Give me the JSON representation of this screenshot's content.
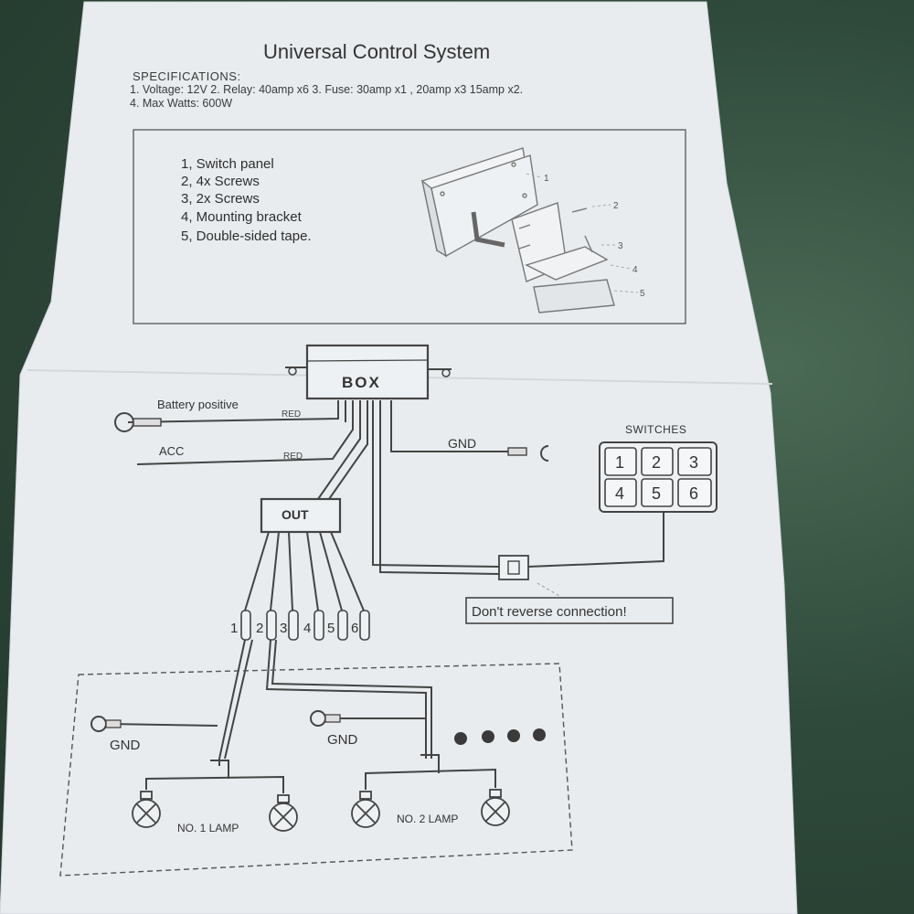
{
  "title": "Universal Control System",
  "specifications": {
    "heading": "SPECIFICATIONS:",
    "line1": "1. Voltage: 12V   2. Relay: 40amp x6   3. Fuse: 30amp x1 , 20amp x3  15amp x2.",
    "line2": "4. Max Watts: 600W"
  },
  "parts_list": [
    "1, Switch panel",
    "2, 4x Screws",
    "3, 2x Screws",
    "4, Mounting bracket",
    "5, Double-sided tape."
  ],
  "callouts": [
    "1",
    "2",
    "3",
    "4",
    "5"
  ],
  "wiring": {
    "box_label": "BOX",
    "out_label": "OUT",
    "battery_label": "Battery positive",
    "acc_label": "ACC",
    "wire_color_label": "RED",
    "gnd_label": "GND",
    "switches_label": "SWITCHES",
    "switch_numbers": [
      "1",
      "2",
      "3",
      "4",
      "5",
      "6"
    ],
    "fuse_numbers": [
      "1",
      "2",
      "3",
      "4",
      "5",
      "6"
    ],
    "warning": "Don't reverse connection!",
    "lamp1_label": "NO. 1 LAMP",
    "lamp2_label": "NO. 2 LAMP"
  },
  "colors": {
    "paper": "#e9edf0",
    "ink": "#3a3a3a",
    "background": "#2f4a3b"
  }
}
